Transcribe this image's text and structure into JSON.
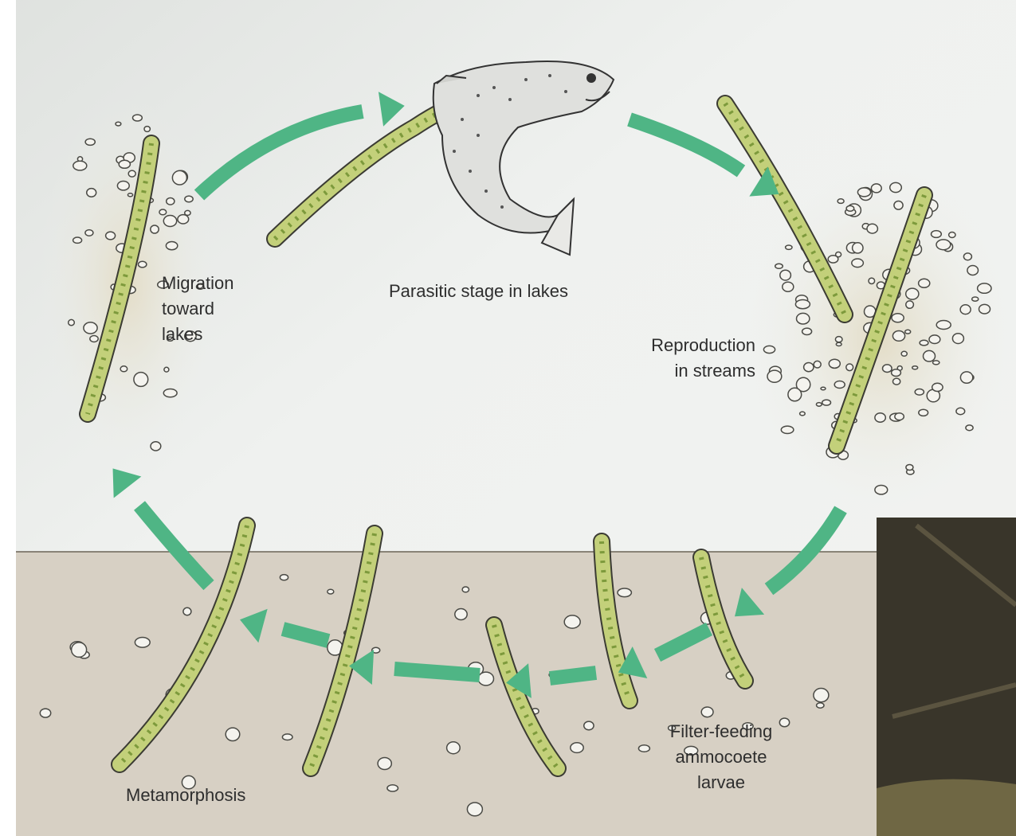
{
  "labels": {
    "migration": [
      "Migration",
      "toward",
      "lakes"
    ],
    "parasitic": "Parasitic stage in lakes",
    "reproduction": [
      "Reproduction",
      "in streams"
    ],
    "filter_feeding": [
      "Filter-feeding",
      "ammocoete",
      "larvae"
    ],
    "metamorphosis": "Metamorphosis"
  },
  "colors": {
    "arrow": "#4fb585",
    "lamprey_body": "#c3d07a",
    "lamprey_spots": "#7d9a3c",
    "sediment": "#d6cfc3",
    "page": "#eef0ee",
    "photo": "#3a3526"
  },
  "icons": {
    "arrow": "curved-arrow-icon",
    "lamprey": "lamprey-icon",
    "host_fish": "trout-icon",
    "pebble": "pebble-icon"
  }
}
